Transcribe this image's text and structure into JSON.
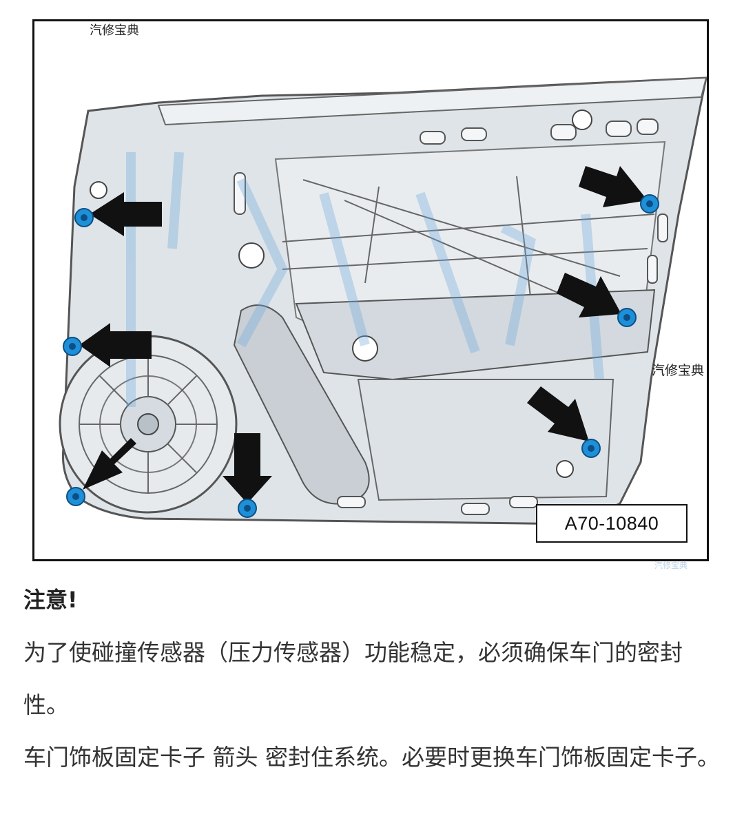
{
  "figure": {
    "watermark_top": "汽修宝典",
    "watermark_side": "汽修宝典",
    "watermark_corner": "汽修宝典",
    "code": "A70-10840",
    "colors": {
      "clip": "#1f8fd8",
      "arrow": "#111111",
      "watermark_blue": "#6fa9dc"
    }
  },
  "note": {
    "title": "注意!",
    "paragraphs": [
      "为了使碰撞传感器（压力传感器）功能稳定，必须确保车门的密封性。",
      "车门饰板固定卡子 箭头 密封住系统。必要时更换车门饰板固定卡子。"
    ]
  }
}
